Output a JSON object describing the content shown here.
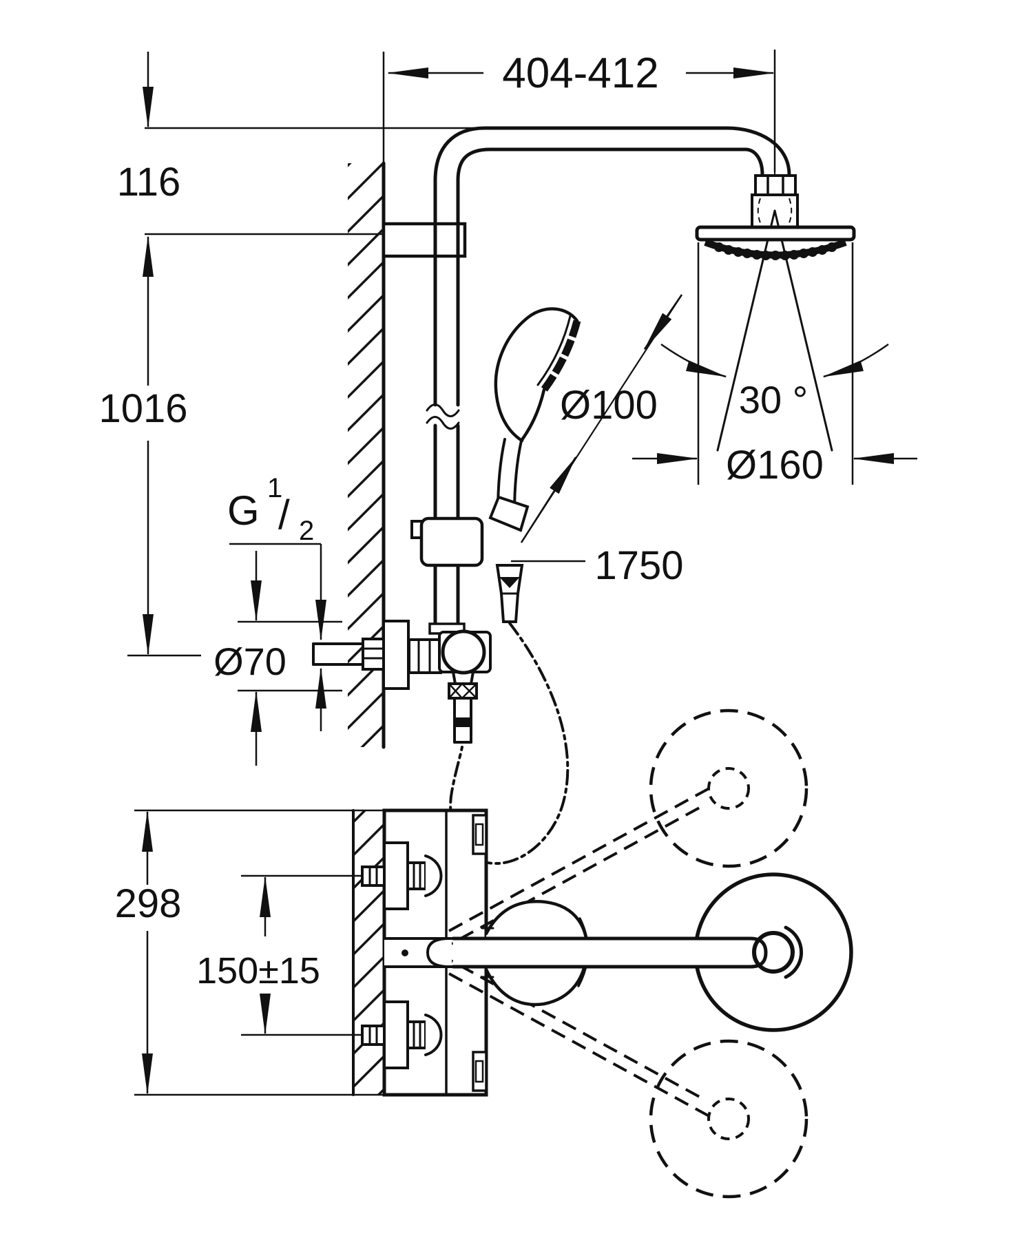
{
  "drawing_type": "technical-dimension-drawing",
  "subject": "shower-system-with-head-shower-and-hand-shower",
  "dimensions": {
    "arm_reach": "404-412",
    "head_drop": "116",
    "rail_length": "1016",
    "thread_g": "G",
    "thread_sup": "1",
    "thread_slash": "/",
    "thread_sub": "2",
    "hose_length": "1750",
    "hand_shower_diameter": "Ø100",
    "spray_angle": "30 °",
    "head_shower_diameter": "Ø160",
    "escutcheon_diameter": "Ø70",
    "plate_height": "298",
    "supply_spacing": "150±15"
  },
  "colors": {
    "line": "#111111",
    "background": "#ffffff"
  }
}
